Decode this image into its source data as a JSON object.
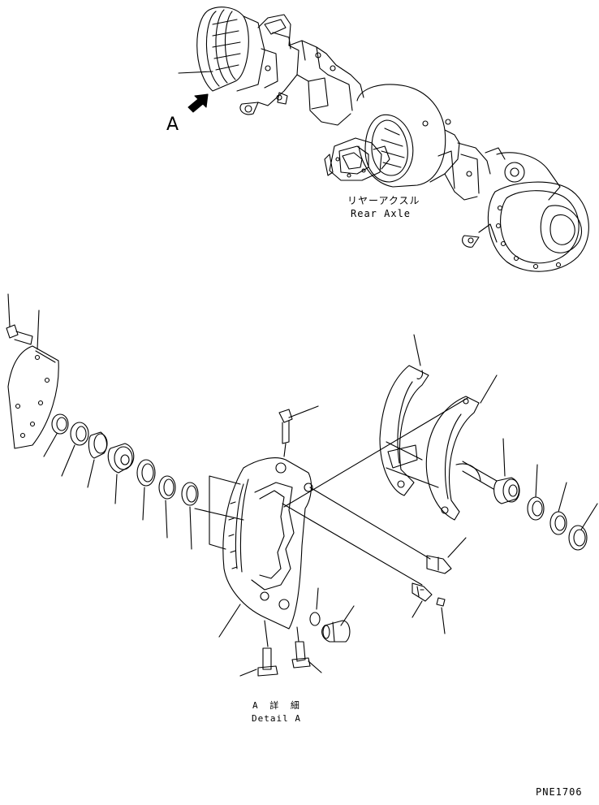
{
  "labels": {
    "view_marker": "A",
    "axle_name_jp": "リヤーアクスル",
    "axle_name_en": "Rear Axle",
    "detail_jp": "A 詳 細",
    "detail_en": "Detail A",
    "page_code": "PNE1706"
  },
  "colors": {
    "line": "#000000",
    "background": "#ffffff"
  }
}
